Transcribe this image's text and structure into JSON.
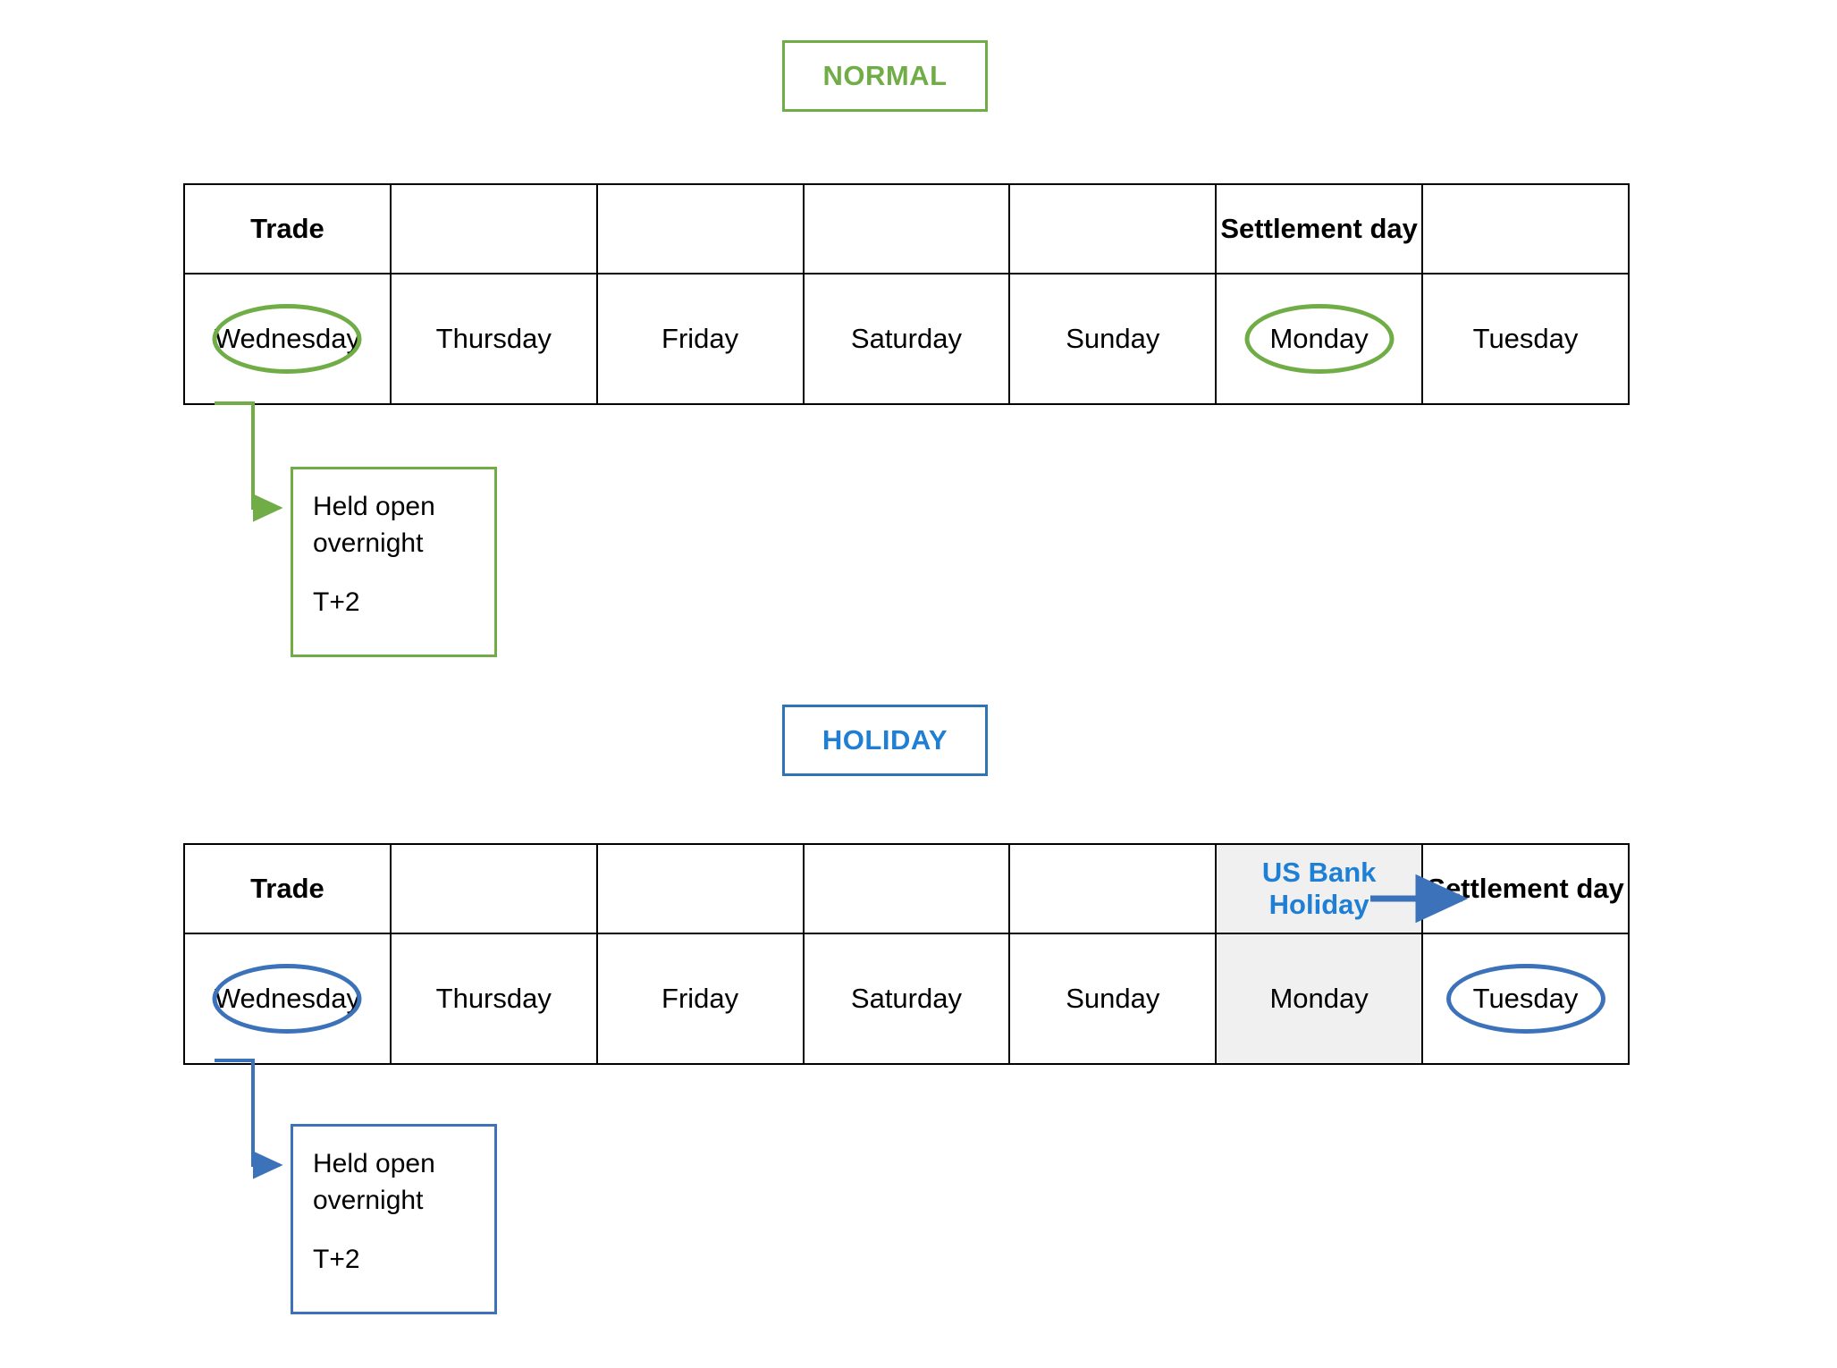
{
  "sections": [
    {
      "key": "normal",
      "badge_label": "NORMAL",
      "accent_color": "#70ad47",
      "table": {
        "header": [
          "Trade",
          "",
          "",
          "",
          "",
          "Settlement day",
          ""
        ],
        "days": [
          "Wednesday",
          "Thursday",
          "Friday",
          "Saturday",
          "Sunday",
          "Monday",
          "Tuesday"
        ],
        "circled_days": [
          "Wednesday",
          "Monday"
        ],
        "shaded_columns": []
      },
      "note": {
        "line1": "Held open",
        "line2": "overnight",
        "line3": "T+2"
      }
    },
    {
      "key": "holiday",
      "badge_label": "HOLIDAY",
      "accent_color": "#2e75b6",
      "table": {
        "header": [
          "Trade",
          "",
          "",
          "",
          "",
          "US Bank Holiday",
          "Settlement day"
        ],
        "days": [
          "Wednesday",
          "Thursday",
          "Friday",
          "Saturday",
          "Sunday",
          "Monday",
          "Tuesday"
        ],
        "circled_days": [
          "Wednesday",
          "Tuesday"
        ],
        "shaded_columns": [
          5
        ]
      },
      "note": {
        "line1": "Held open",
        "line2": "overnight",
        "line3": "T+2"
      }
    }
  ]
}
